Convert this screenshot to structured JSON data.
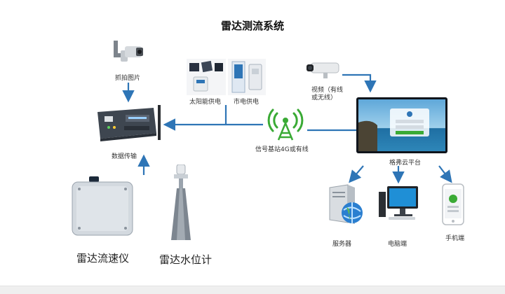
{
  "title": "雷达测流系统",
  "nodes": {
    "camera_photo": {
      "label": "抓拍图片",
      "icon": "ptz-camera-icon"
    },
    "data_transfer": {
      "label": "数据传输",
      "icon": "rtu-terminal-icon"
    },
    "solar_power": {
      "label": "太阳能供电",
      "icon": "solar-controller-icon"
    },
    "mains_power": {
      "label": "市电供电",
      "icon": "power-cabinet-icon"
    },
    "signal": {
      "label": "信号基站4G或有线",
      "icon": "signal-tower-icon"
    },
    "video": {
      "label": "视频（有线或无线）",
      "icon": "bullet-camera-icon"
    },
    "cloud_platform": {
      "label": "格弗云平台",
      "icon": "monitor-screen-icon"
    },
    "server": {
      "label": "服务器",
      "icon": "server-globe-icon"
    },
    "computer": {
      "label": "电脑端",
      "icon": "desktop-computer-icon"
    },
    "mobile": {
      "label": "手机端",
      "icon": "mobile-phone-icon"
    },
    "radar_velocity": {
      "label": "雷达流速仪",
      "icon": "radar-velocity-meter-icon"
    },
    "radar_level": {
      "label": "雷达水位计",
      "icon": "radar-level-gauge-icon"
    }
  },
  "colors": {
    "arrow": "#2e75b6",
    "signal": "#3aaa35",
    "device": "#3e4650"
  }
}
